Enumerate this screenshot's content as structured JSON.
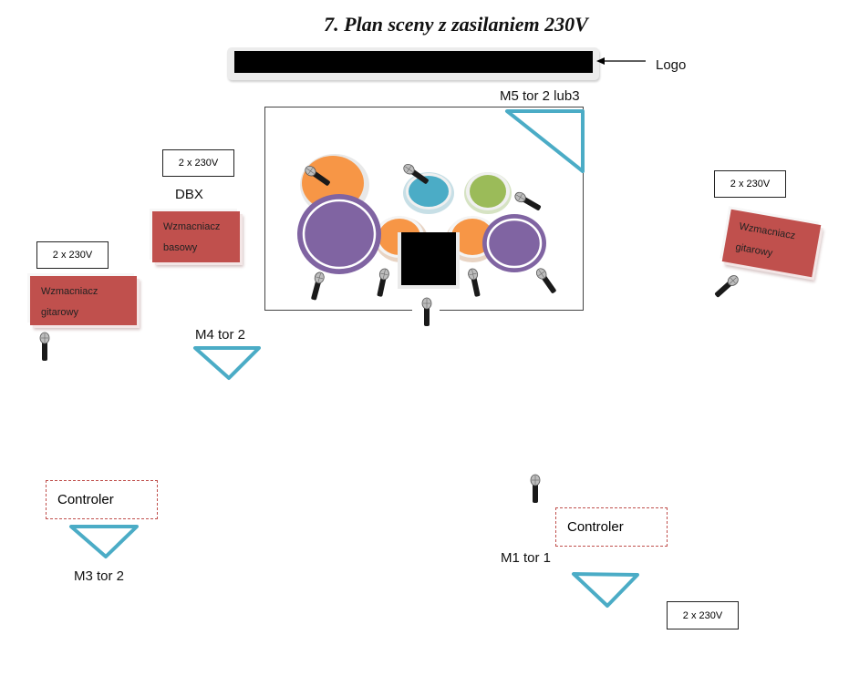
{
  "title": "7. Plan sceny z zasilaniem 230V",
  "logo": {
    "label": "Logo",
    "bar_color": "#000000"
  },
  "colors": {
    "monitor_wedge": "#4bacc6",
    "amp_fill": "#c0504d",
    "controler_border": "#c0504d",
    "drum_orange": "#f79646",
    "drum_purple": "#8064a2",
    "drum_blue": "#4bacc6",
    "drum_green": "#9bbb59"
  },
  "monitors": [
    {
      "id": "M5",
      "label": "M5 tor 2 lub3"
    },
    {
      "id": "M4",
      "label": "M4 tor 2"
    },
    {
      "id": "M3",
      "label": "M3 tor 2"
    },
    {
      "id": "M1",
      "label": "M1 tor 1"
    }
  ],
  "power_boxes": [
    {
      "label": "2 x 230V"
    },
    {
      "label": "2 x 230V"
    },
    {
      "label": "2 x 230V"
    },
    {
      "label": "2 x 230V"
    }
  ],
  "dbx_label": "DBX",
  "amps": [
    {
      "line1": "Wzmacniacz",
      "line2": "basowy"
    },
    {
      "line1": "Wzmacniacz",
      "line2": "gitarowy"
    },
    {
      "line1": "Wzmacniacz",
      "line2": "gitarowy"
    }
  ],
  "controlers": [
    {
      "label": "Controler"
    },
    {
      "label": "Controler"
    }
  ],
  "drum_kit": {
    "pieces": [
      "crash-cymbal",
      "bass-drum",
      "tom-left",
      "hi-tom-blue",
      "hi-tom-green",
      "tom-right",
      "floor-tom",
      "drum-stool"
    ]
  }
}
